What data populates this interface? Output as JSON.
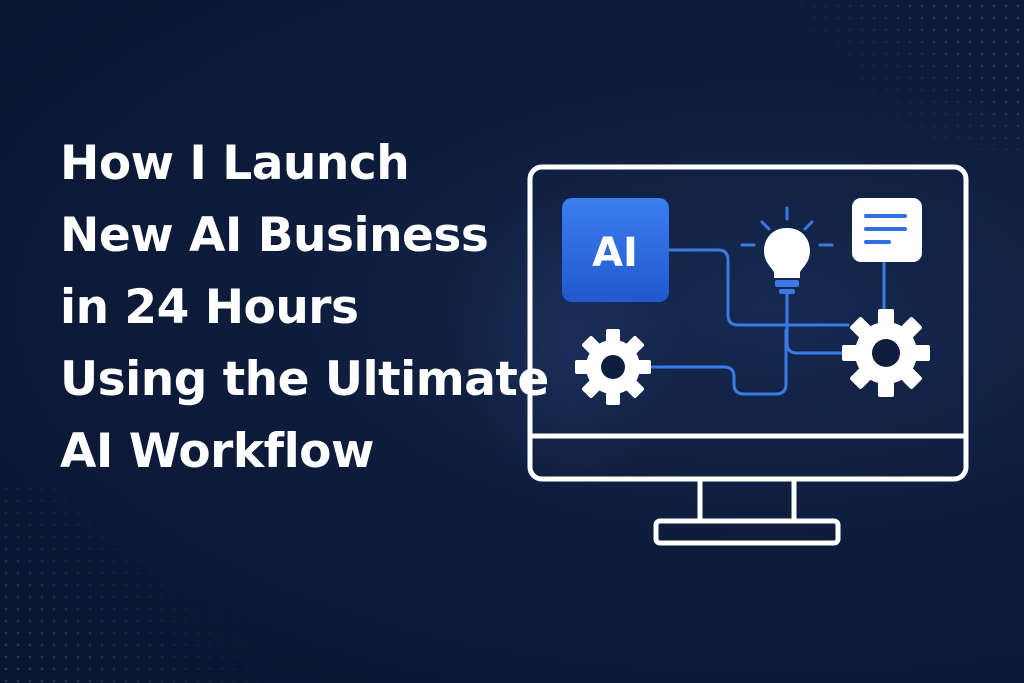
{
  "headline": {
    "lines": [
      "How I Launch",
      "New AI Business",
      "in 24 Hours",
      "Using the Ultimate",
      "AI Workflow"
    ]
  },
  "illustration": {
    "ai_badge_text": "AI",
    "icons": [
      "monitor-icon",
      "ai-chip-icon",
      "lightbulb-icon",
      "document-icon",
      "gear-icon"
    ]
  },
  "colors": {
    "background": "#0e1c3c",
    "text": "#ffffff",
    "accent_blue": "#2f6fe0",
    "line_blue": "#3b7ae6"
  }
}
